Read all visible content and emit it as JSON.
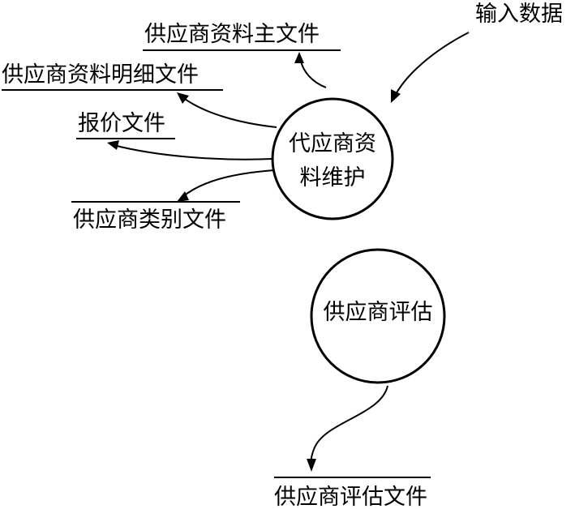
{
  "external_input": {
    "label": "输入数据"
  },
  "processes": [
    {
      "id": "maintain",
      "lines": [
        "代应商资",
        "料维护"
      ]
    },
    {
      "id": "evaluate",
      "lines": [
        "供应商评估"
      ]
    }
  ],
  "data_stores": [
    {
      "id": "master",
      "label": "供应商资料主文件"
    },
    {
      "id": "detail",
      "label": "供应商资料明细文件"
    },
    {
      "id": "quote",
      "label": "报价文件"
    },
    {
      "id": "category",
      "label": "供应商类别文件"
    },
    {
      "id": "evaluation",
      "label": "供应商评估文件"
    }
  ],
  "flows": [
    {
      "from": "external_input",
      "to": "maintain"
    },
    {
      "from": "maintain",
      "to": "master"
    },
    {
      "from": "maintain",
      "to": "detail"
    },
    {
      "from": "maintain",
      "to": "quote"
    },
    {
      "from": "maintain",
      "to": "category"
    },
    {
      "from": "evaluate",
      "to": "evaluation"
    }
  ]
}
